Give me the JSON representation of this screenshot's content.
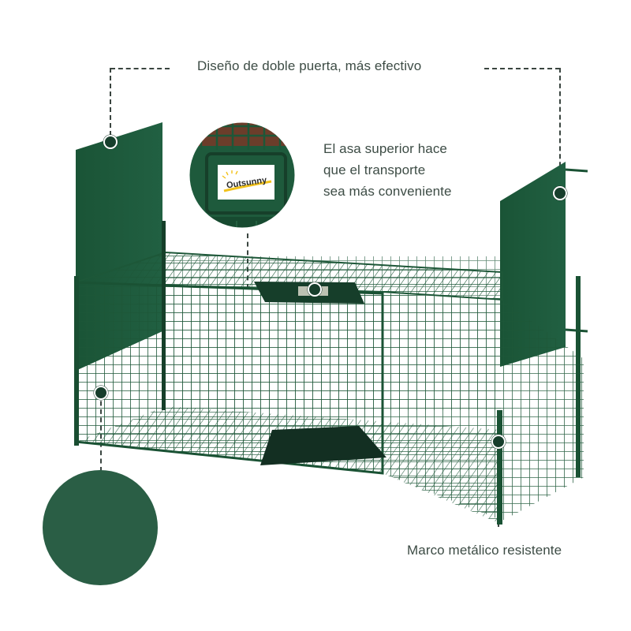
{
  "annotations": {
    "double_door": "Diseño de doble puerta, más efectivo",
    "handle_line1": "El asa superior hace",
    "handle_line2": "que el transporte",
    "handle_line3": "sea más conveniente",
    "frame": "Marco metálico resistente"
  },
  "inset": {
    "brand_label": "Outsunny"
  },
  "colors": {
    "cage_green": "#1d5738",
    "panel_green": "#1f5a3c",
    "swatch_green": "#2a5e45",
    "text": "#3d4c45",
    "label_yellow": "#f2c21b"
  },
  "icons": {
    "callout_dot": "circle-marker",
    "brand_sun": "sun-rays-icon"
  }
}
